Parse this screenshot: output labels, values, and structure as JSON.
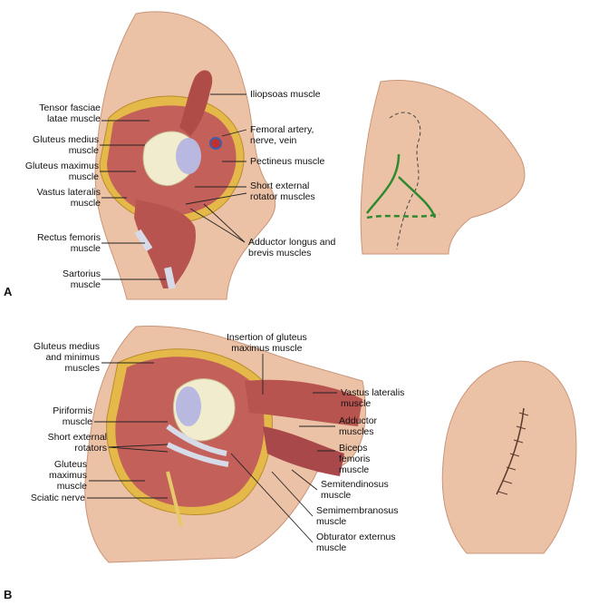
{
  "panels": [
    {
      "letter": "A",
      "left_labels": [
        "Tensor fasciae\nlatae muscle",
        "Gluteus medius\nmuscle",
        "Gluteus maximus\nmuscle",
        "Vastus lateralis\nmuscle",
        "Rectus femoris\nmuscle",
        "Sartorius\nmuscle"
      ],
      "right_labels": [
        "Iliopsoas muscle",
        "Femoral artery,\nnerve, vein",
        "Pectineus muscle",
        "Short external\nrotator muscles",
        "Adductor longus and\nbrevis muscles"
      ]
    },
    {
      "letter": "B",
      "left_labels": [
        "Gluteus medius\nand minimus\nmuscles",
        "Piriformis\nmuscle",
        "Short external\nrotators",
        "Gluteus\nmaximus\nmuscle",
        "Sciatic nerve"
      ],
      "top_label": "Insertion of gluteus\nmaximus muscle",
      "right_labels": [
        "Vastus lateralis\nmuscle",
        "Adductor\nmuscles",
        "Biceps\nfemoris\nmuscle",
        "Semitendinosus\nmuscle",
        "Semimembranosus\nmuscle",
        "Obturator externus\nmuscle"
      ]
    }
  ],
  "colors": {
    "skin": "#ecc2a6",
    "skin_shadow": "#d9a487",
    "muscle": "#c4605a",
    "muscle_dark": "#9b3f3d",
    "fat": "#e4b94a",
    "bone": "#f2eccf",
    "cartilage": "#b9b8e0",
    "tendon": "#d6dbe7",
    "incision_line": "#2f8a2f",
    "leader_line": "#222222"
  }
}
